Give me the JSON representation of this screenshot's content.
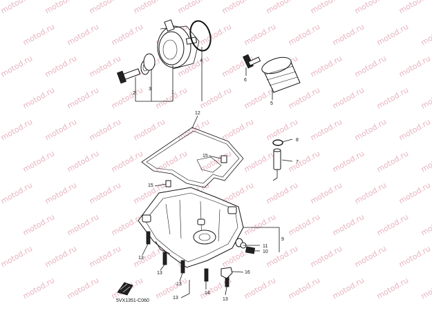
{
  "watermark": "motod.ru",
  "diagram_code": "5VX1351-C060",
  "callouts": [
    "1",
    "2",
    "3",
    "4",
    "5",
    "6",
    "7",
    "8",
    "9",
    "10",
    "11",
    "12",
    "13",
    "14",
    "15",
    "16"
  ],
  "colors": {
    "watermark": "#e7b3bf",
    "ink": "#111111",
    "background": "#ffffff"
  }
}
